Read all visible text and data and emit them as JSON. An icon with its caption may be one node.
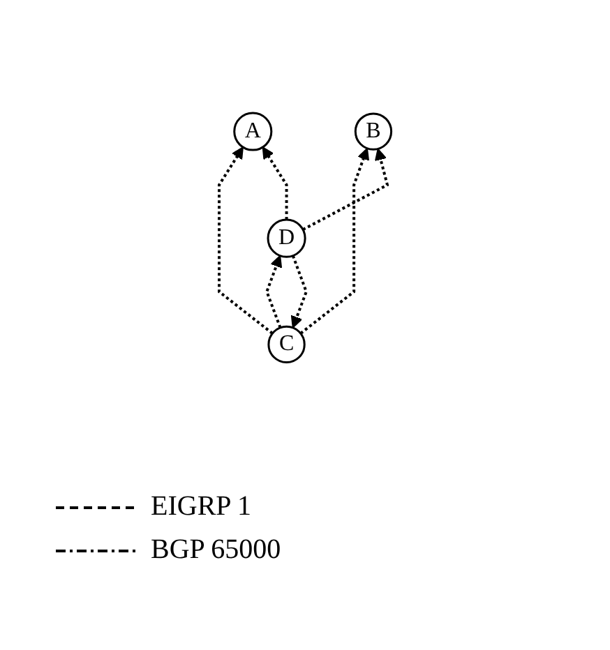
{
  "diagram": {
    "nodes": [
      {
        "text": [
          "A"
        ]
      },
      {
        "text": [
          "B"
        ]
      },
      {
        "text": [
          "C"
        ]
      },
      {
        "text": [
          "D"
        ]
      }
    ],
    "edges": [
      {
        "from": 2,
        "to": 0,
        "arrow": "to",
        "style": "dashed"
      },
      {
        "from": 3,
        "to": 0,
        "arrow": "to",
        "style": "dashed"
      },
      {
        "from": 2,
        "to": 1,
        "arrow": "to",
        "style": "dashed"
      },
      {
        "from": 3,
        "to": 1,
        "arrow": "to",
        "style": "dashed"
      },
      {
        "from": 2,
        "to": 3,
        "arrow": "to",
        "style": "dashed"
      },
      {
        "from": 3,
        "to": 2,
        "arrow": "to",
        "style": "dashed"
      }
    ],
    "legend": [
      {
        "text": "EIGRP 1"
      },
      {
        "text": "BGP 65000"
      }
    ]
  }
}
